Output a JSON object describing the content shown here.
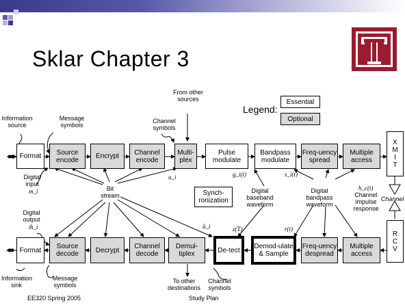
{
  "slide": {
    "title": "Sklar Chapter 3",
    "footer_left": "EE320 Spring 2005",
    "footer_center": "Study Plan"
  },
  "legend": {
    "label": "Legend:",
    "essential": "Essential",
    "optional": "Optional"
  },
  "transmit_chain": [
    {
      "id": "format",
      "label": "Format",
      "essential": true
    },
    {
      "id": "source-encode",
      "label": "Source encode",
      "essential": false
    },
    {
      "id": "encrypt",
      "label": "Encrypt",
      "essential": false
    },
    {
      "id": "channel-encode",
      "label": "Channel encode",
      "essential": false
    },
    {
      "id": "multiplex",
      "label": "Multi-plex",
      "essential": false
    },
    {
      "id": "pulse-modulate",
      "label": "Pulse modulate",
      "essential": true
    },
    {
      "id": "bandpass-modulate",
      "label": "Bandpass modulate",
      "essential": true
    },
    {
      "id": "frequency-spread",
      "label": "Freq-uency spread",
      "essential": false
    },
    {
      "id": "multiple-access",
      "label": "Multiple access",
      "essential": false
    }
  ],
  "receive_chain": [
    {
      "id": "format",
      "label": "Format",
      "essential": true
    },
    {
      "id": "source-decode",
      "label": "Source decode",
      "essential": false
    },
    {
      "id": "decrypt",
      "label": "Decrypt",
      "essential": false
    },
    {
      "id": "channel-decode",
      "label": "Channel decode",
      "essential": false
    },
    {
      "id": "demultiplex",
      "label": "Demul-tiplex",
      "essential": false
    },
    {
      "id": "detect",
      "label": "De-tect",
      "essential": true
    },
    {
      "id": "demodulate-sample",
      "label": "Demod-ulate & Sample",
      "essential": true
    },
    {
      "id": "frequency-despread",
      "label": "Freq-uency despread",
      "essential": false
    },
    {
      "id": "multiple-access",
      "label": "Multiple access",
      "essential": false
    }
  ],
  "xmit": "X M I T",
  "rcv": "R C V",
  "synchronization": "Synch-ronization",
  "labels": {
    "information_source": "Information source",
    "message_symbols_top": "Message symbols",
    "channel_symbols_top": "Channel symbols",
    "from_other_sources": "From other sources",
    "digital_input": "Digital input",
    "bit_stream": "Bit stream",
    "digital_output": "Digital output",
    "digital_baseband_waveform": "Digital baseband waveform",
    "digital_bandpass_waveform": "Digital bandpass waveform",
    "channel_impulse_response": "Channel impulse response",
    "channel": "Channel",
    "information_sink": "Information sink",
    "message_symbols_bottom": "Message symbols",
    "to_other_destinations": "To other destinations",
    "channel_symbols_bottom": "Channel symbols"
  },
  "math": {
    "m_i": "m_i",
    "m_i_hat": "m̂_i",
    "u_i": "u_i",
    "u_i_hat": "û_i",
    "g_i_t": "g_i(t)",
    "s_i_t": "s_i(t)",
    "h_c_t": "h_c(t)",
    "r_t": "r(t)",
    "z_T": "z(T)"
  }
}
